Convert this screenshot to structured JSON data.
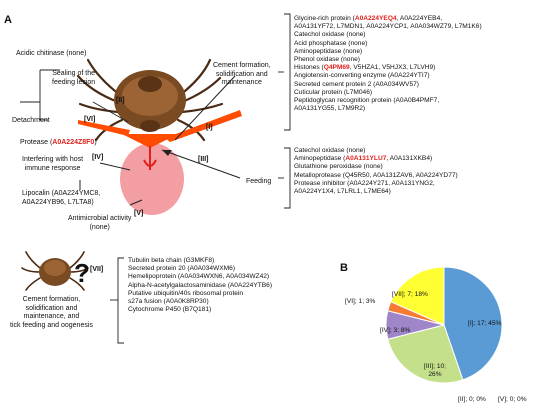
{
  "panel_a_letter": "A",
  "panel_b_letter": "B",
  "left_labels": {
    "acidic_chitinase": "Acidic chitinase (none)",
    "sealing_line1": "Sealing of the",
    "sealing_line2": "feeding lesion",
    "detachment": "Detachment",
    "protease_prefix": "Protease (",
    "protease_id": "A0A224Z8F0",
    "protease_suffix": ")",
    "interfering_line1": "Interfering with host",
    "interfering_line2": "immune response",
    "lipocalin_line1": "Lipocalin (A0A224YMC8,",
    "lipocalin_line2": "A0A224YB96, L7LTA8)",
    "antimicrobial_line1": "Antimicrobial activity",
    "antimicrobial_line2": "(none)",
    "cement_line1": "Cement formation,",
    "cement_line2": "solidification and",
    "cement_line3": "maintenance",
    "feeding": "Feeding"
  },
  "romans": {
    "i": "[I]",
    "ii": "[II]",
    "iii": "[III]",
    "iv": "[IV]",
    "v": "[V]",
    "vi": "[VI]",
    "vii": "[VII]"
  },
  "group_one_list": [
    {
      "pre": "Glycine-rich protein (",
      "red": "A0A224YEQ4",
      "post": ", A0A224YEB4,"
    },
    {
      "pre": "A0A131YF72, L7MDN1, A0A224YCP1, A0A034WZ79, L7M1K6)",
      "red": "",
      "post": ""
    },
    {
      "pre": "Catechol oxidase (none)",
      "red": "",
      "post": ""
    },
    {
      "pre": "Acid phosphatase (none)",
      "red": "",
      "post": ""
    },
    {
      "pre": "Aminopeptidase (none)",
      "red": "",
      "post": ""
    },
    {
      "pre": "Phenol oxidase (none)",
      "red": "",
      "post": ""
    },
    {
      "pre": "Histones (",
      "red": "Q4PM69",
      "post": ", V5HZA1, V5HJX3, L7LVH9)"
    },
    {
      "pre": "Angiotensin-converting enzyme (A0A224YTI7)",
      "red": "",
      "post": ""
    },
    {
      "pre": "Secreted cement protein 2 (A0A034WV57)",
      "red": "",
      "post": ""
    },
    {
      "pre": "Cuticular protein (L7M046)",
      "red": "",
      "post": ""
    },
    {
      "pre": "Peptidoglycan recognition protein (A0A0B4PMF7,",
      "red": "",
      "post": ""
    },
    {
      "pre": "A0A131YG55, L7M9R2)",
      "red": "",
      "post": ""
    }
  ],
  "group_three_list": [
    {
      "pre": "Catechol oxidase (none)",
      "red": "",
      "post": ""
    },
    {
      "pre": "Aminopeptidase (",
      "red": "A0A131YLU7",
      "post": ", A0A131XKB4)"
    },
    {
      "pre": "Glutathione peroxidase (none)",
      "red": "",
      "post": ""
    },
    {
      "pre": "Metalloprotease (Q45R50, A0A131ZAV6, A0A224YD77)",
      "red": "",
      "post": ""
    },
    {
      "pre": "Protease inhibitor (A0A224Y271, A0A131YNG2,",
      "red": "",
      "post": ""
    },
    {
      "pre": "A0A224Y1X4, L7LRL1, L7ME64)",
      "red": "",
      "post": ""
    }
  ],
  "group_seven": {
    "question": "?",
    "caption_line1": "Cement formation,",
    "caption_line2": "solidification and",
    "caption_line3": "maintenance, and",
    "caption_line4": "tick feeding and oogenesis",
    "list": [
      "Tubulin beta chain (G3MKF8)",
      "Secreted protein 20 (A0A034WXM6)",
      "Hemelipoprotein (A0A034WXN6, A0A034WZ42)",
      "Alpha-N-acetylgalactosaminidase (A0A224YTB6)",
      "Putative ubiquitin/40s ribosomal protein",
      "s27a fusion (A0A0K8RP30)",
      "Cytochrome P450 (B7Q181)"
    ]
  },
  "colors": {
    "red_accent": "#e0201b",
    "orange_arrow": "#ff4c00",
    "pink_blob": "#f08d92",
    "pie_i": "#5b9bd5",
    "pie_iii": "#c5e08b",
    "pie_iv": "#9e86c8",
    "pie_vi": "#f57c32",
    "pie_vii": "#ffff33"
  },
  "chart_data": {
    "type": "pie",
    "slices": [
      {
        "label": "[I]; 17; 45%",
        "category": "[I]",
        "count": 17,
        "percent": 45,
        "color": "#5b9bd5"
      },
      {
        "label": "[II]; 0; 0%",
        "category": "[II]",
        "count": 0,
        "percent": 0,
        "color": "#ed7d31"
      },
      {
        "label": "[V]; 0; 0%",
        "category": "[V]",
        "count": 0,
        "percent": 0,
        "color": "#a5a5a5"
      },
      {
        "label": "[III]; 10; 26%",
        "category": "[III]",
        "count": 10,
        "percent": 26,
        "color": "#c5e08b"
      },
      {
        "label": "[IV]; 3; 8%",
        "category": "[IV]",
        "count": 3,
        "percent": 8,
        "color": "#9e86c8"
      },
      {
        "label": "[VI]; 1; 3%",
        "category": "[VI]",
        "count": 1,
        "percent": 3,
        "color": "#f57c32"
      },
      {
        "label": "[VII]; 7; 18%",
        "category": "[VII]",
        "count": 7,
        "percent": 18,
        "color": "#ffff33"
      }
    ]
  }
}
